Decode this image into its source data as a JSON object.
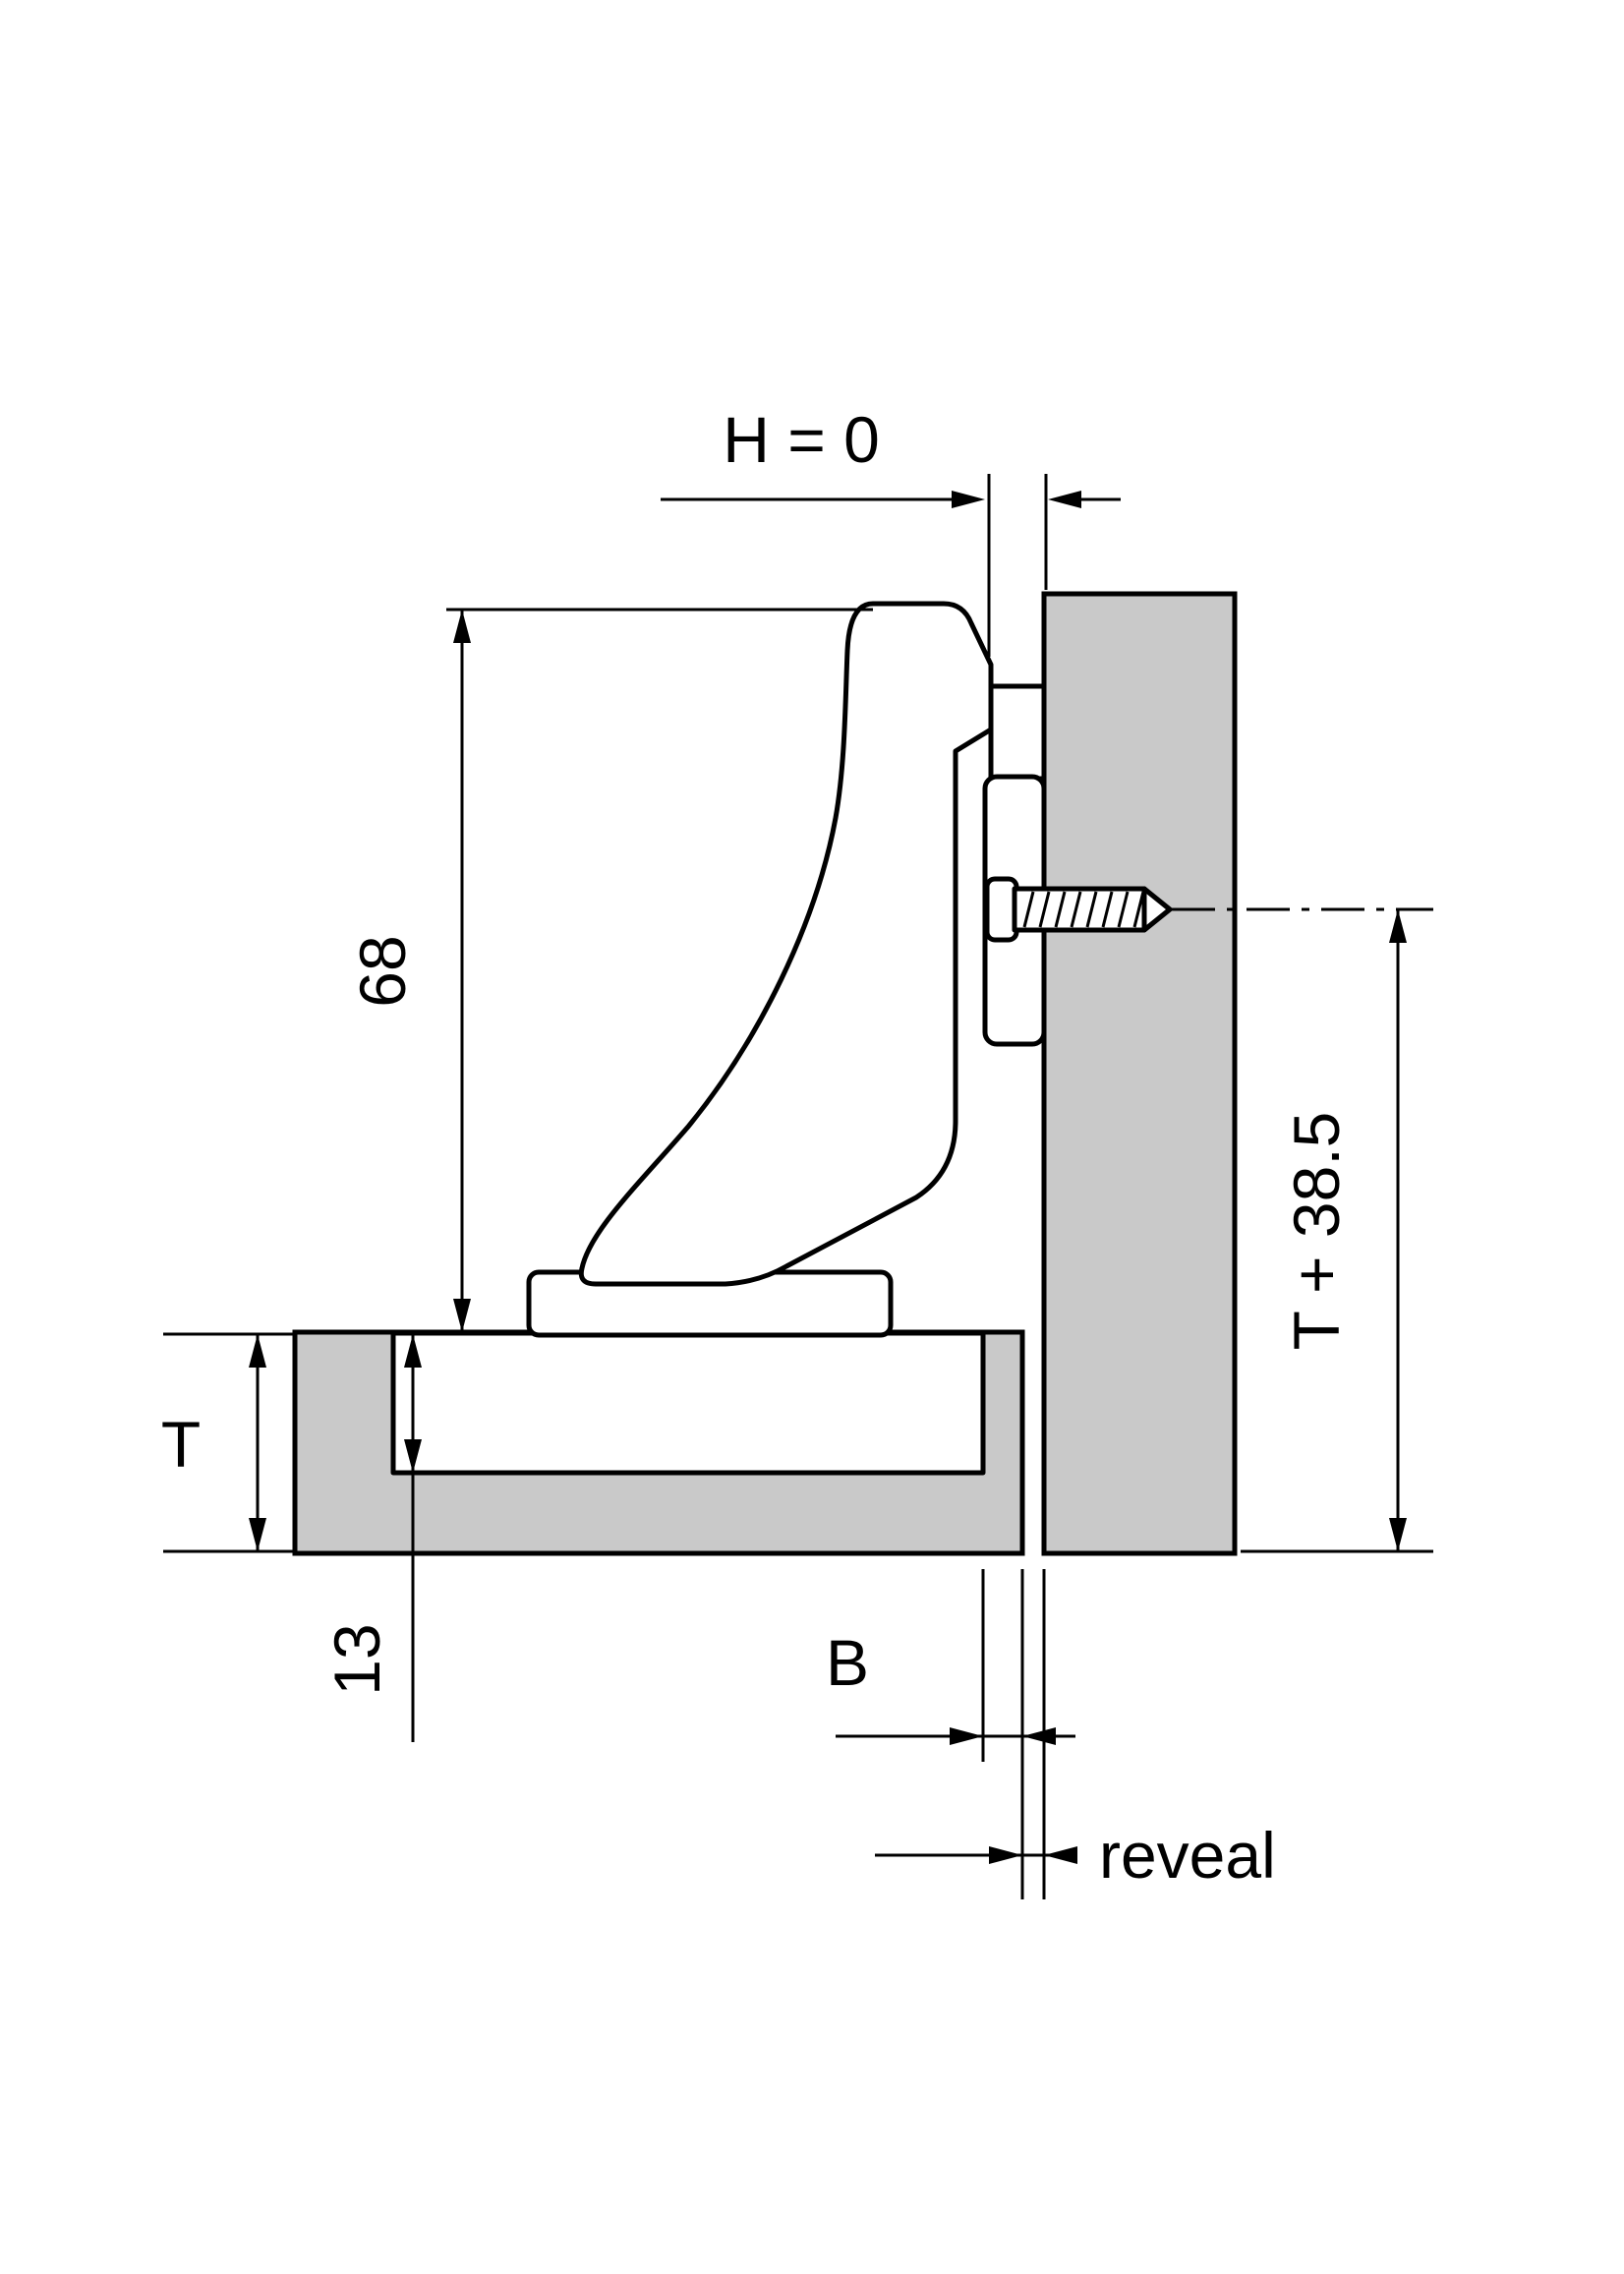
{
  "diagram": {
    "subject": "inset-hinge-mounting-cross-section",
    "labels": {
      "top_gap": "H = 0",
      "hinge_height": "68",
      "door_thickness": "T",
      "cup_depth": "13",
      "drilling_distance": "B",
      "screw_axis_position": "T + 38.5",
      "reveal": "reveal"
    },
    "colors": {
      "panel_gray": "#c9c9c9",
      "outline": "#000000",
      "background": "#ffffff"
    }
  }
}
